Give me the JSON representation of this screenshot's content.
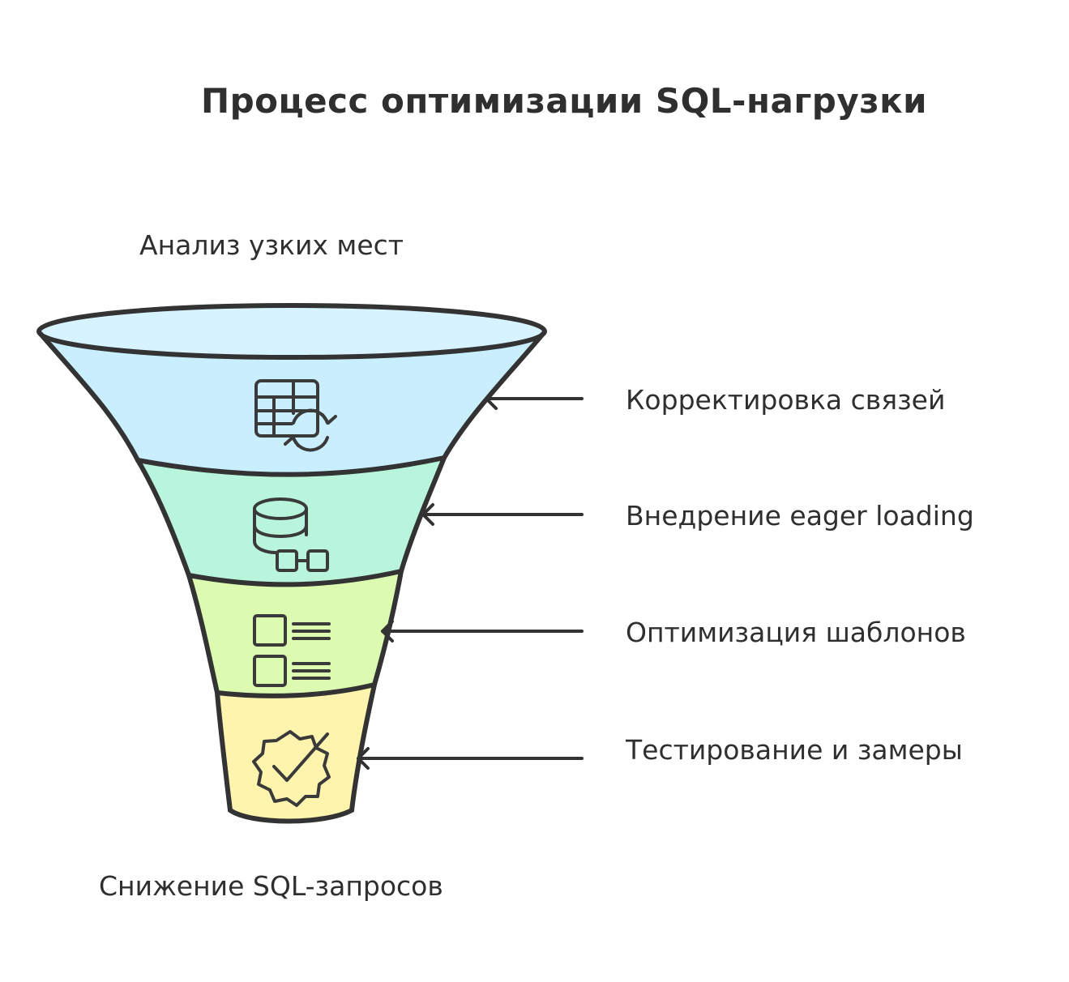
{
  "title": "Процесс оптимизации SQL-нагрузки",
  "top_label": "Анализ узких мест",
  "bottom_label": "Снижение SQL-запросов",
  "stages": [
    {
      "label": "Корректировка связей",
      "icon": "table-refresh-icon",
      "color": "#c9efff"
    },
    {
      "label": "Внедрение eager loading",
      "icon": "database-link-icon",
      "color": "#b9f5dc"
    },
    {
      "label": "Оптимизация шаблонов",
      "icon": "template-list-icon",
      "color": "#dcfbb0"
    },
    {
      "label": "Тестирование и замеры",
      "icon": "badge-check-icon",
      "color": "#fff4ad"
    }
  ],
  "colors": {
    "stroke": "#333333",
    "text": "#2f2f2f"
  }
}
